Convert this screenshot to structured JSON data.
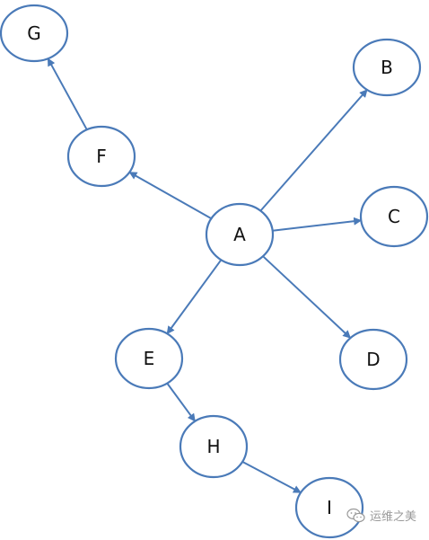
{
  "colors": {
    "stroke": "#4a7ab8",
    "label": "#111111",
    "background": "#ffffff"
  },
  "nodes": [
    {
      "id": "G",
      "label": "G"
    },
    {
      "id": "B",
      "label": "B"
    },
    {
      "id": "F",
      "label": "F"
    },
    {
      "id": "C",
      "label": "C"
    },
    {
      "id": "A",
      "label": "A"
    },
    {
      "id": "E",
      "label": "E"
    },
    {
      "id": "D",
      "label": "D"
    },
    {
      "id": "H",
      "label": "H"
    },
    {
      "id": "I",
      "label": "I"
    }
  ],
  "edges": [
    {
      "from": "A",
      "to": "B"
    },
    {
      "from": "A",
      "to": "C"
    },
    {
      "from": "A",
      "to": "D"
    },
    {
      "from": "A",
      "to": "F"
    },
    {
      "from": "A",
      "to": "E"
    },
    {
      "from": "F",
      "to": "G"
    },
    {
      "from": "E",
      "to": "H"
    },
    {
      "from": "H",
      "to": "I"
    }
  ],
  "watermark": {
    "text": "运维之美",
    "icon": "wechat-icon"
  }
}
